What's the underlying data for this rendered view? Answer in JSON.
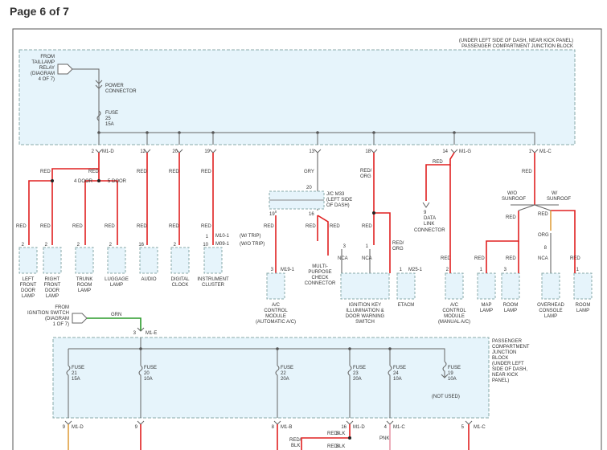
{
  "page": {
    "title": "Page 6 of 7"
  },
  "upper_block": {
    "title_lines": [
      "(UNDER LEFT SIDE OF DASH, NEAR KICK PANEL)",
      "PASSENGER COMPARTMENT JUNCTION BLOCK"
    ],
    "from_lines": [
      "FROM",
      "TAILLAMP",
      "RELAY",
      "(DIAGRAM",
      "4 OF 7)"
    ],
    "power_connector_lines": [
      "POWER",
      "CONNECTOR"
    ],
    "fuse_lines": [
      "FUSE",
      "25",
      "15A"
    ]
  },
  "pins_top": [
    "2",
    "12",
    "20",
    "19",
    "13",
    "18",
    "14",
    "1"
  ],
  "connector_refs": {
    "m2": "M1-D",
    "m14": "M1-G",
    "m1": "M1-C",
    "m3": "M1-E",
    "m8": "M1-B",
    "m4": "M1-C"
  },
  "wire_colors": {
    "red": "RED",
    "gry": "GRY",
    "red_org": [
      "RED/",
      "ORG"
    ],
    "red_org2": [
      "RED/",
      "ORG"
    ],
    "grn": "GRN",
    "nca": "NCA",
    "org": "ORG",
    "pnk": "PNK",
    "red_blk": [
      "RED/",
      "BLK"
    ]
  },
  "door_labels": {
    "four": "4 DOOR",
    "five": "5 DOOR"
  },
  "trip_labels": {
    "w_trip": "(W/ TRIP)",
    "wo_trip": "(W/O TRIP)",
    "m10": "M10-1",
    "m09": "M09-1"
  },
  "jc_labels": [
    "J/C M33",
    "(LEFT SIDE",
    "OF DASH)"
  ],
  "jc_pins": [
    "20",
    "19",
    "16"
  ],
  "data_link": [
    "9",
    "DATA",
    "LINK",
    "CONNECTOR"
  ],
  "sunroof": {
    "wo": [
      "W/O",
      "SUNROOF"
    ],
    "w": [
      "W/",
      "SUNROOF"
    ]
  },
  "components": [
    {
      "lines": [
        "LEFT",
        "FRONT",
        "DOOR",
        "LAMP"
      ]
    },
    {
      "lines": [
        "RIGHT",
        "FRONT",
        "DOOR",
        "LAMP"
      ]
    },
    {
      "lines": [
        "TRUNK",
        "ROOM",
        "LAMP"
      ]
    },
    {
      "lines": [
        "LUGGAGE",
        "LAMP"
      ]
    },
    {
      "lines": [
        "AUDIO"
      ]
    },
    {
      "lines": [
        "DIGITAL",
        "CLOCK"
      ]
    },
    {
      "lines": [
        "INSTRUMENT",
        "CLUSTER"
      ]
    },
    {
      "lines": [
        "A/C",
        "CONTROL",
        "MODULE",
        "(AUTOMATIC A/C)"
      ]
    },
    {
      "lines": [
        "MULTI-",
        "PURPOSE",
        "CHECK",
        "CONNECTOR"
      ]
    },
    {
      "lines": [
        "IGNITION KEY",
        "ILLUMINATION &",
        "DOOR WARNING",
        "SWITCH"
      ]
    },
    {
      "lines": [
        "ETACM"
      ]
    },
    {
      "lines": [
        "A/C",
        "CONTROL",
        "MODULE",
        "(MANUAL A/C)"
      ]
    },
    {
      "lines": [
        "MAP",
        "LAMP"
      ]
    },
    {
      "lines": [
        "ROOM",
        "LAMP"
      ]
    },
    {
      "lines": [
        "OVERHEAD",
        "CONSOLE",
        "LAMP"
      ]
    },
    {
      "lines": [
        "ROOM",
        "LAMP"
      ]
    }
  ],
  "conn_refs_lower": {
    "m19": "M19-1",
    "m25": "M25-1"
  },
  "lower_block": {
    "from_lines": [
      "FROM",
      "IGNITION SWITCH",
      "(DIAGRAM",
      "1 OF 7)"
    ],
    "title_lines": [
      "PASSENGER",
      "COMPARTMENT",
      "JUNCTION",
      "BLOCK",
      "(UNDER LEFT",
      "SIDE OF DASH,",
      "NEAR KICK",
      "PANEL)"
    ],
    "fuses": [
      {
        "lines": [
          "FUSE",
          "21",
          "15A"
        ]
      },
      {
        "lines": [
          "FUSE",
          "20",
          "10A"
        ]
      },
      {
        "lines": [
          "FUSE",
          "22",
          "20A"
        ]
      },
      {
        "lines": [
          "FUSE",
          "23",
          "20A"
        ]
      },
      {
        "lines": [
          "FUSE",
          "24",
          "10A"
        ]
      },
      {
        "lines": [
          "FUSE",
          "19",
          "10A"
        ]
      }
    ],
    "not_used": "(NOT USED)",
    "bottom_pins": [
      "9",
      "9",
      "8",
      "16",
      "4",
      "5"
    ]
  }
}
